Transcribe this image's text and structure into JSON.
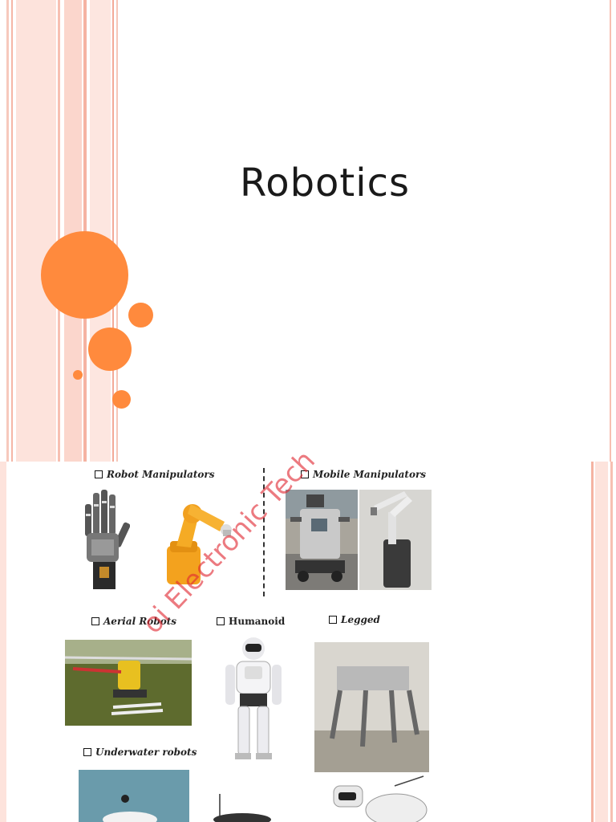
{
  "slide1": {
    "title": "Robotics",
    "accent_color": "#ff8a3d"
  },
  "slide2": {
    "categories": {
      "robot_manipulators": "Robot Manipulators",
      "mobile_manipulators": "Mobile Manipulators",
      "aerial_robots": "Aerial Robots",
      "humanoid": "Humanoid",
      "legged": "Legged",
      "underwater_robots": "Underwater robots"
    },
    "watermark": "oi Electronic Tech"
  }
}
